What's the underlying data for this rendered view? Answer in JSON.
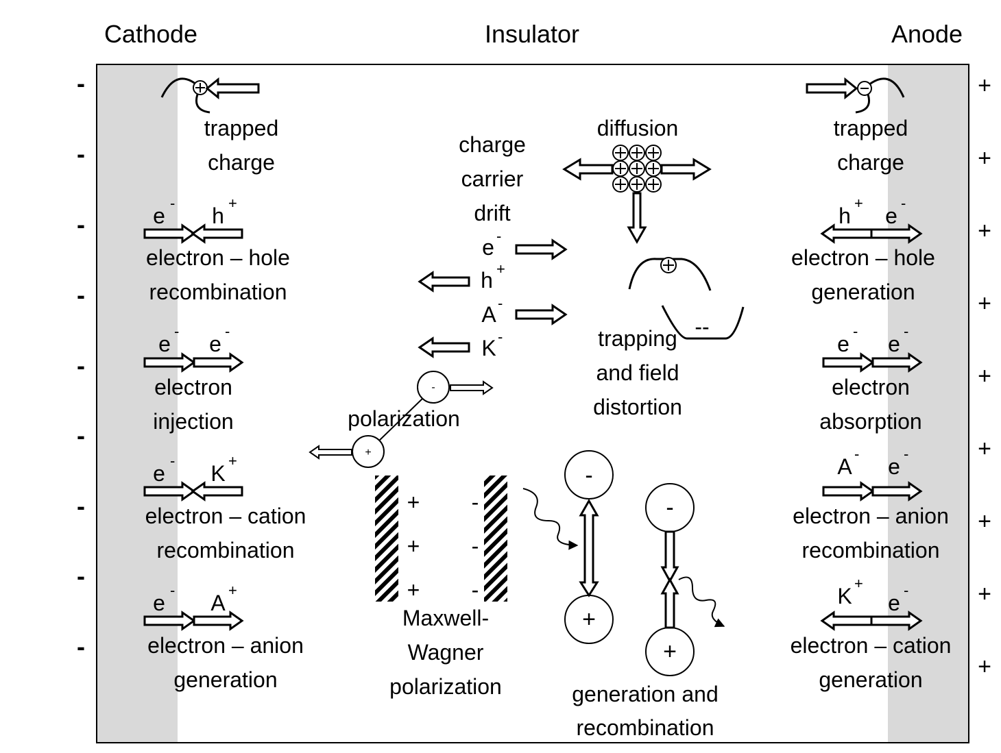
{
  "headers": {
    "cathode": "Cathode",
    "insulator": "Insulator",
    "anode": "Anode"
  },
  "polarity": {
    "negative": "-",
    "positive": "+"
  },
  "left": {
    "trapped": [
      "trapped",
      "charge"
    ],
    "recomb_hole": {
      "a": "e",
      "a_sup": "-",
      "b": "h",
      "b_sup": "+",
      "lines": [
        "electron – hole",
        "recombination"
      ]
    },
    "injection": {
      "a": "e",
      "a_sup": "-",
      "b": "e",
      "b_sup": "-",
      "lines": [
        "electron",
        "injection"
      ]
    },
    "recomb_cation": {
      "a": "e",
      "a_sup": "-",
      "b": "K",
      "b_sup": "+",
      "lines": [
        "electron – cation",
        "recombination"
      ]
    },
    "gen_anion": {
      "a": "e",
      "a_sup": "-",
      "b": "A",
      "b_sup": "+",
      "lines": [
        "electron – anion",
        "generation"
      ]
    }
  },
  "right": {
    "trapped": [
      "trapped",
      "charge"
    ],
    "gen_hole": {
      "a": "h",
      "a_sup": "+",
      "b": "e",
      "b_sup": "-",
      "lines": [
        "electron – hole",
        "generation"
      ]
    },
    "absorption": {
      "a": "e",
      "a_sup": "-",
      "b": "e",
      "b_sup": "-",
      "lines": [
        "electron",
        "absorption"
      ]
    },
    "recomb_anion": {
      "a": "A",
      "a_sup": "-",
      "b": "e",
      "b_sup": "-",
      "lines": [
        "electron – anion",
        "recombination"
      ]
    },
    "gen_cation": {
      "a": "K",
      "a_sup": "+",
      "b": "e",
      "b_sup": "-",
      "lines": [
        "electron – cation",
        "generation"
      ]
    }
  },
  "center": {
    "drift": [
      "charge",
      "carrier",
      "drift"
    ],
    "carriers": [
      {
        "sym": "e",
        "sup": "-"
      },
      {
        "sym": "h",
        "sup": "+"
      },
      {
        "sym": "A",
        "sup": "-"
      },
      {
        "sym": "K",
        "sup": "-"
      }
    ],
    "diffusion": "diffusion",
    "trapping": [
      "trapping",
      "and field",
      "distortion"
    ],
    "trap_charge": "--",
    "polarization": "polarization",
    "maxwell": [
      "Maxwell-",
      "Wagner",
      "polarization"
    ],
    "genrecomb": [
      "generation and",
      "recombination"
    ]
  }
}
